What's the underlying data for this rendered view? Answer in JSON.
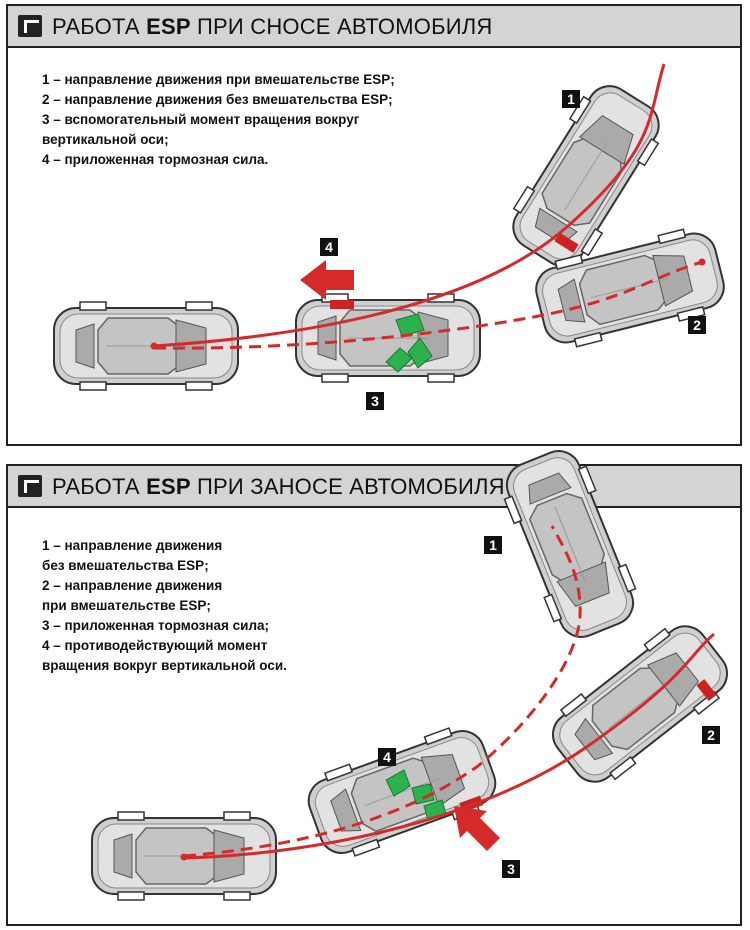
{
  "panels": [
    {
      "title_prefix": "РАБОТА ",
      "title_bold": "ESP",
      "title_suffix": " ПРИ СНОСЕ АВТОМОБИЛЯ",
      "legend": [
        "1 – направление движения при вмешательстве ESP;",
        "2 – направление движения без вмешательства ESP;",
        "3 – вспомогательный момент вращения вокруг",
        "вертикальной оси;",
        "4 – приложенная тормозная сила."
      ],
      "markers": [
        "1",
        "2",
        "3",
        "4"
      ]
    },
    {
      "title_prefix": "РАБОТА ",
      "title_bold": "ESP",
      "title_suffix": " ПРИ ЗАНОСЕ АВТОМОБИЛЯ",
      "legend": [
        "1 – направление движения",
        "без вмешательства ESP;",
        "2 – направление движения",
        "при вмешательстве ESP;",
        "3 – приложенная тормозная сила;",
        "4 – противодействующий момент",
        "вращения вокруг вертикальной оси."
      ],
      "markers": [
        "1",
        "2",
        "3",
        "4"
      ]
    }
  ],
  "colors": {
    "path_red": "#d42a2a",
    "arrow_red": "#d42a2a",
    "moment_green": "#2bb24c",
    "car_body": "#cfcfcf",
    "marker_bg": "#111111"
  }
}
